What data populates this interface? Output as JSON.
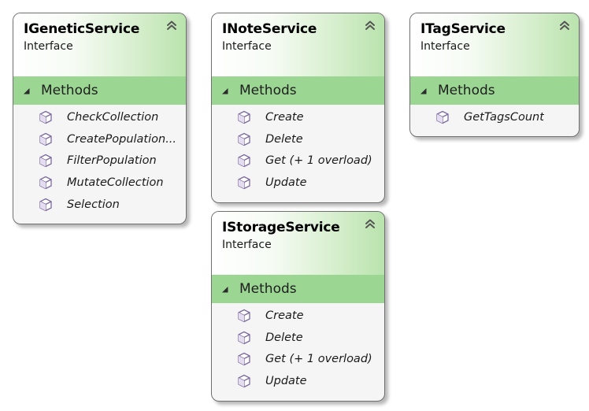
{
  "diagram": {
    "section_label": "Methods",
    "colors": {
      "section_bar": "#9bd693",
      "header_gradient_end": "#b9e3ad",
      "card_background": "#f5f5f5",
      "card_border": "#6f6f6f",
      "method_icon": "#7d6a9e"
    },
    "icons": {
      "collapse": "double-chevron-up-icon",
      "section_toggle": "triangle-expanded-icon",
      "method": "method-cube-icon"
    },
    "interfaces": [
      {
        "title": "IGeneticService",
        "subtitle": "Interface",
        "methods": [
          "CheckCollection",
          "CreatePopulation...",
          "FilterPopulation",
          "MutateCollection",
          "Selection"
        ]
      },
      {
        "title": "INoteService",
        "subtitle": "Interface",
        "methods": [
          "Create",
          "Delete",
          "Get (+ 1 overload)",
          "Update"
        ]
      },
      {
        "title": "ITagService",
        "subtitle": "Interface",
        "methods": [
          "GetTagsCount"
        ]
      },
      {
        "title": "IStorageService",
        "subtitle": "Interface",
        "methods": [
          "Create",
          "Delete",
          "Get (+ 1 overload)",
          "Update"
        ]
      }
    ]
  }
}
